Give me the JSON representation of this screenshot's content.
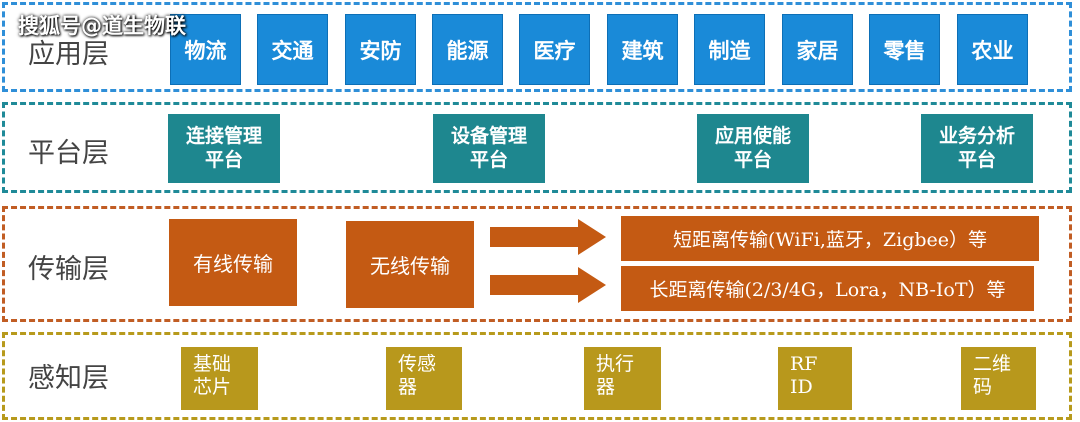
{
  "watermark": "搜狐号@道生物联",
  "layers": {
    "application": {
      "label": "应用层",
      "items": [
        "物流",
        "交通",
        "安防",
        "能源",
        "医疗",
        "建筑",
        "制造",
        "家居",
        "零售",
        "农业"
      ]
    },
    "platform": {
      "label": "平台层",
      "items": [
        {
          "line1": "连接管理",
          "line2": "平台"
        },
        {
          "line1": "设备管理",
          "line2": "平台"
        },
        {
          "line1": "应用使能",
          "line2": "平台"
        },
        {
          "line1": "业务分析",
          "line2": "平台"
        }
      ]
    },
    "transport": {
      "label": "传输层",
      "wired": "有线传输",
      "wireless": "无线传输",
      "short_range": "短距离传输(WiFi,蓝牙，Zigbee）等",
      "long_range": "长距离传输(2/3/4G，Lora，NB-IoT）等"
    },
    "perception": {
      "label": "感知层",
      "items": [
        {
          "line1": "基础",
          "line2": "芯片"
        },
        {
          "line1": "传感",
          "line2": "器"
        },
        {
          "line1": "执行",
          "line2": "器"
        },
        {
          "line1": "RF",
          "line2": "ID"
        },
        {
          "line1": "二维",
          "line2": "码"
        }
      ]
    }
  },
  "colors": {
    "application": "#1a8ad8",
    "platform": "#1e878f",
    "transport": "#c45a13",
    "perception": "#b8981c"
  }
}
